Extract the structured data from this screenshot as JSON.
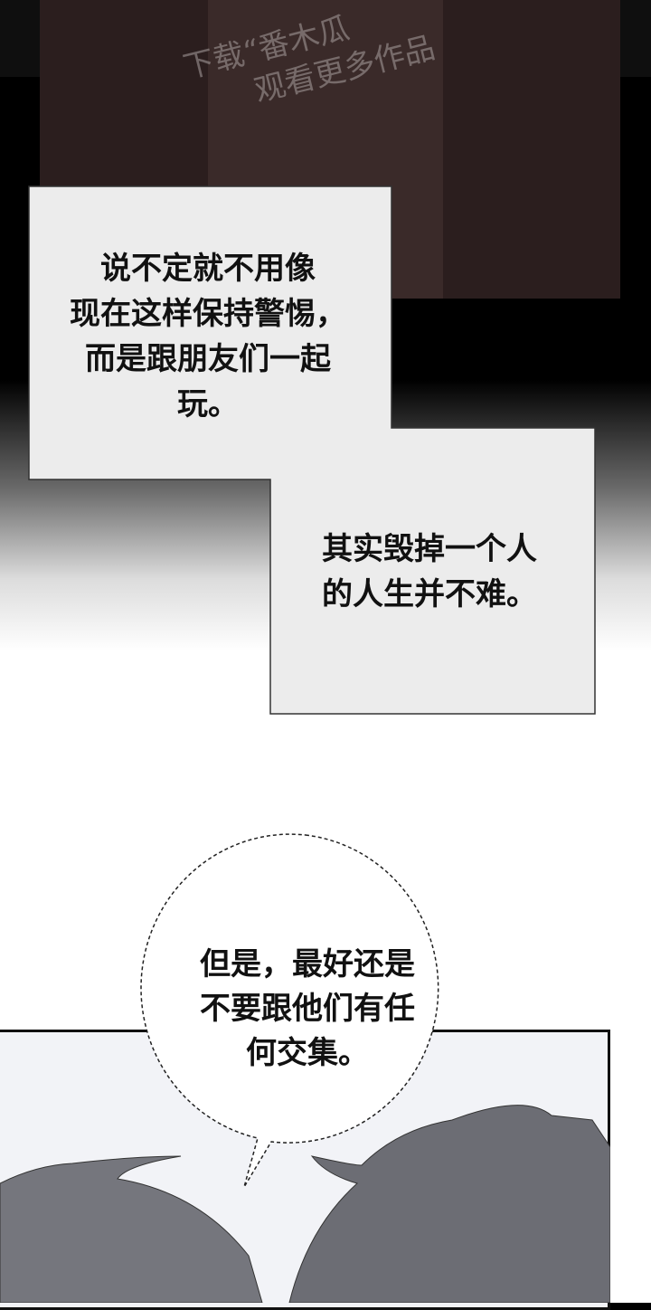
{
  "watermark": {
    "line1": "下载“番木瓜",
    "line2": "观看更多作品"
  },
  "captions": [
    {
      "lines": [
        "说不定就不用像",
        "现在这样保持警惕，",
        "而是跟朋友们一起",
        "玩。"
      ]
    },
    {
      "lines": [
        "其实毁掉一个人",
        "的人生并不难。"
      ]
    }
  ],
  "speech_bubble": {
    "lines": [
      "但是，最好还是",
      "不要跟他们有任",
      "何交集。"
    ]
  },
  "colors": {
    "dark_panel": "#2b1e1e",
    "caption_box": "#ebebeb",
    "bottom_panel": "#f2f3f7",
    "hair": "#6f7077"
  }
}
